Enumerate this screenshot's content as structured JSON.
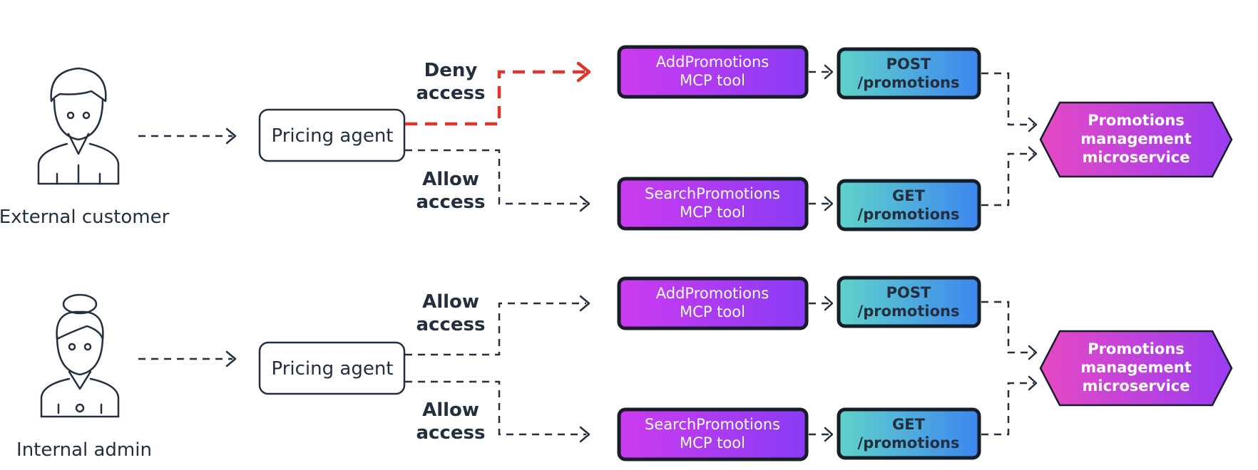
{
  "flows": [
    {
      "person": {
        "label": "External customer",
        "icon": "external-customer-icon"
      },
      "agent": {
        "label": "Pricing agent"
      },
      "routes": [
        {
          "access_label": [
            "Deny",
            "access"
          ],
          "access": "deny",
          "tool": {
            "label": [
              "AddPromotions",
              "MCP tool"
            ]
          },
          "api": {
            "label": [
              "POST",
              "/promotions"
            ]
          }
        },
        {
          "access_label": [
            "Allow",
            "access"
          ],
          "access": "allow",
          "tool": {
            "label": [
              "SearchPromotions",
              "MCP tool"
            ]
          },
          "api": {
            "label": [
              "GET",
              "/promotions"
            ]
          }
        }
      ],
      "service": {
        "label": [
          "Promotions",
          "management",
          "microservice"
        ]
      }
    },
    {
      "person": {
        "label": "Internal admin",
        "icon": "internal-admin-icon"
      },
      "agent": {
        "label": "Pricing agent"
      },
      "routes": [
        {
          "access_label": [
            "Allow",
            "access"
          ],
          "access": "allow",
          "tool": {
            "label": [
              "AddPromotions",
              "MCP tool"
            ]
          },
          "api": {
            "label": [
              "POST",
              "/promotions"
            ]
          }
        },
        {
          "access_label": [
            "Allow",
            "access"
          ],
          "access": "allow",
          "tool": {
            "label": [
              "SearchPromotions",
              "MCP tool"
            ]
          },
          "api": {
            "label": [
              "GET",
              "/promotions"
            ]
          }
        }
      ],
      "service": {
        "label": [
          "Promotions",
          "management",
          "microservice"
        ]
      }
    }
  ],
  "colors": {
    "ink": "#232f3e",
    "deny": "#e0352b",
    "tool_gradient": [
      "#cd3bf0",
      "#8a3bf5"
    ],
    "api_gradient": [
      "#5fd3c9",
      "#3d86f0"
    ],
    "service_gradient": [
      "#e649c4",
      "#9a3cf2"
    ]
  }
}
